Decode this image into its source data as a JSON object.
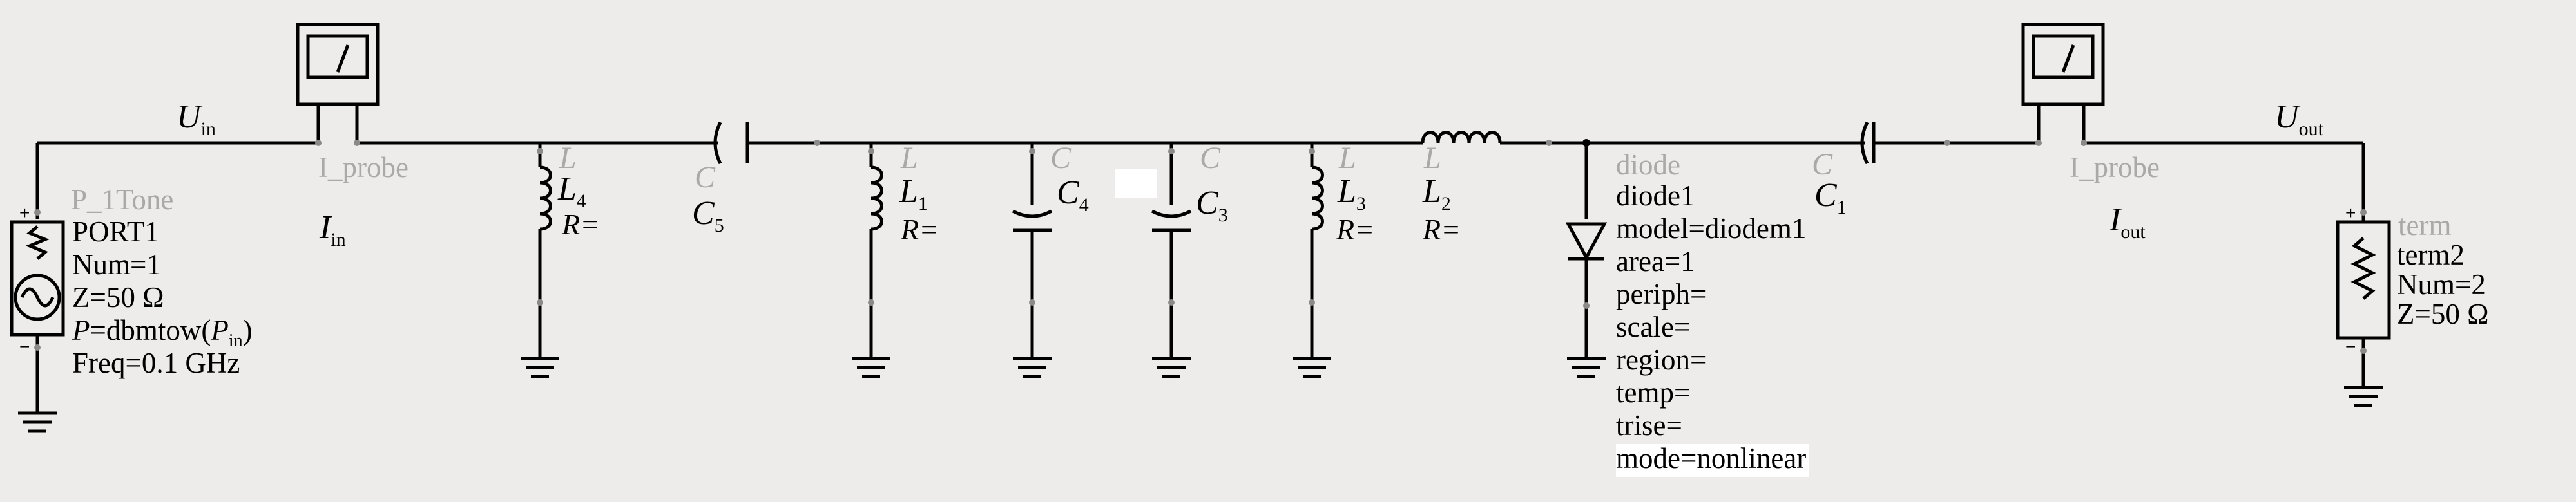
{
  "signals": {
    "u_in": {
      "sym": "U",
      "sub": "in"
    },
    "u_out": {
      "sym": "U",
      "sub": "out"
    },
    "i_in": {
      "sym": "I",
      "sub": "in"
    },
    "i_out": {
      "sym": "I",
      "sub": "out"
    }
  },
  "probe_label": "I_probe",
  "source": {
    "type_label": "P_1Tone",
    "name": "PORT1",
    "num": "Num=1",
    "z": "Z=50 Ω",
    "p_sym": "P",
    "p_eq": "=dbmtow(",
    "p_arg": "P",
    "p_arg_sub": "in",
    "p_close": ")",
    "freq": "Freq=0.1 GHz"
  },
  "inductor_type": "L",
  "capacitor_type": "C",
  "r_label": "R=",
  "inductors": [
    {
      "sym": "L",
      "sub": "4"
    },
    {
      "sym": "L",
      "sub": "1"
    },
    {
      "sym": "L",
      "sub": "3"
    },
    {
      "sym": "L",
      "sub": "2"
    }
  ],
  "capacitors": [
    {
      "sym": "C",
      "sub": "5"
    },
    {
      "sym": "C",
      "sub": "4"
    },
    {
      "sym": "C",
      "sub": "3"
    },
    {
      "sym": "C",
      "sub": "1"
    }
  ],
  "diode": {
    "type_label": "diode",
    "lines": [
      "diode1",
      "model=diodem1",
      "area=1",
      "periph=",
      "scale=",
      "region=",
      "temp=",
      "trise=",
      "mode=nonlinear"
    ]
  },
  "term": {
    "type_label": "term",
    "name": "term2",
    "num": "Num=2",
    "z": "Z=50 Ω"
  }
}
